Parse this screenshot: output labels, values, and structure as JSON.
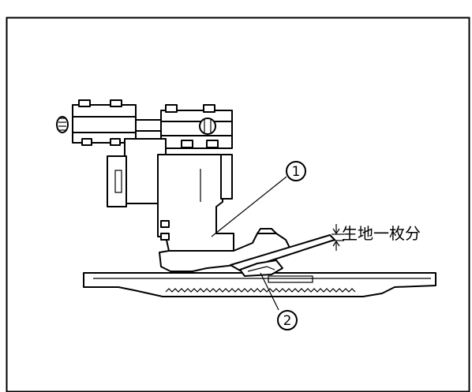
{
  "callouts": {
    "part_1": "1",
    "part_2": "2"
  },
  "annotation": {
    "thickness_label": "生地一枚分"
  }
}
